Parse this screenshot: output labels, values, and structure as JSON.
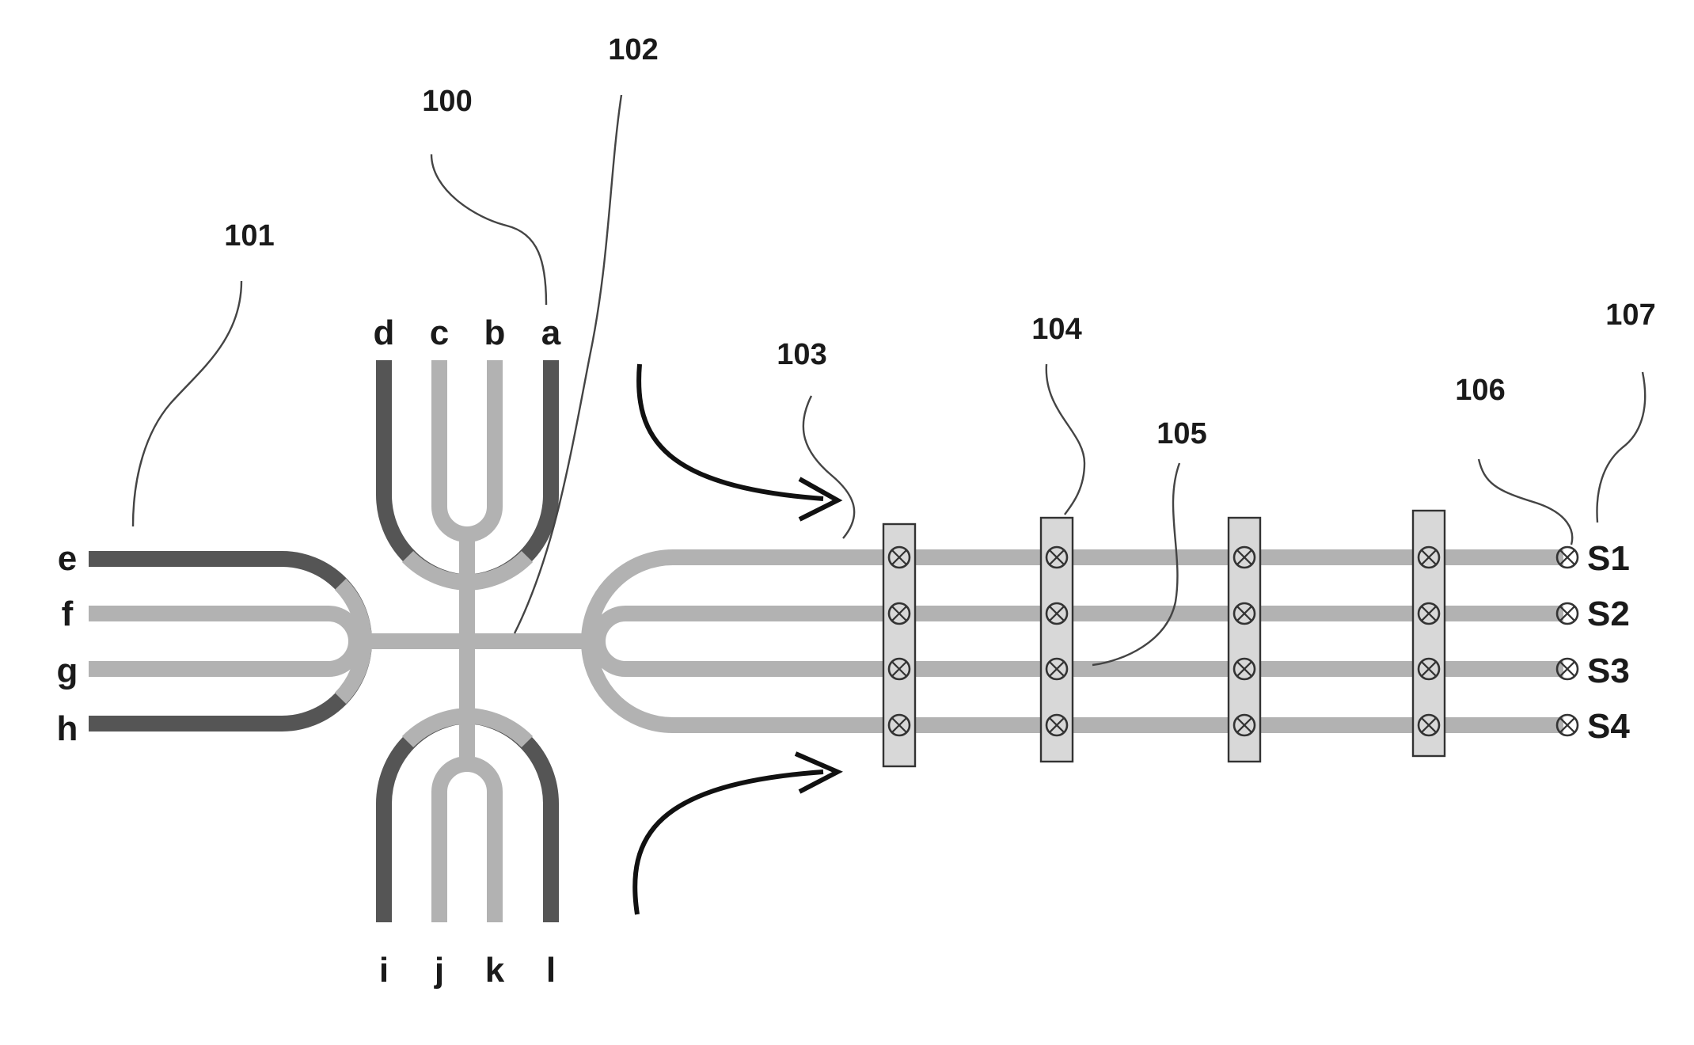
{
  "colors": {
    "dark_channel": "#555555",
    "light_channel": "#b2b2b2",
    "electrode_fill": "#d8d8d8",
    "electrode_stroke": "#333333",
    "leader_line": "#444444",
    "arrow": "#111111",
    "text": "#1a1a1a"
  },
  "reference_numerals": {
    "r100": "100",
    "r101": "101",
    "r102": "102",
    "r103": "103",
    "r104": "104",
    "r105": "105",
    "r106": "106",
    "r107": "107"
  },
  "ports": {
    "top": [
      "d",
      "c",
      "b",
      "a"
    ],
    "left": [
      "e",
      "f",
      "g",
      "h"
    ],
    "bottom": [
      "i",
      "j",
      "k",
      "l"
    ]
  },
  "outlets": [
    "S1",
    "S2",
    "S3",
    "S4"
  ],
  "icons": {
    "sensor": "circle-with-x-icon",
    "flow": "curved-arrow-icon"
  }
}
